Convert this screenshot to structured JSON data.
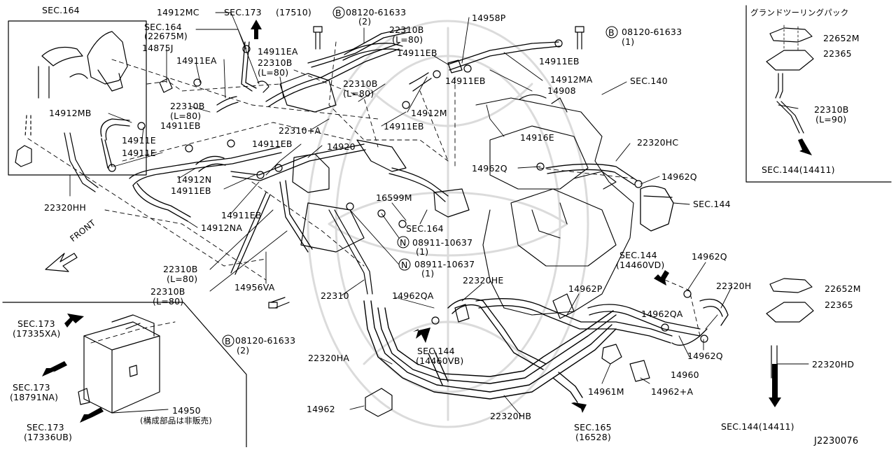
{
  "callouts": {
    "sec164_a": "SEC.164",
    "p14912MC": "14912MC",
    "sec173_a": "SEC.173",
    "sec173_a_code": "(17510)",
    "bolt_b1_mark": "B",
    "bolt_b1": "08120-61633",
    "bolt_b1_qty": "(2)",
    "p22310B_a": "22310B",
    "p22310B_a_len": "(L=80)",
    "p14958P": "14958P",
    "sec164_b": "SEC.164",
    "sec164_b_code": "(22675M)",
    "p14875J": "14875J",
    "p14911EA_a": "14911EA",
    "p14911EA_b": "14911EA",
    "p22310B_b": "22310B",
    "p22310B_b_len": "(L=80)",
    "p14911EB_a": "14911EB",
    "bolt_b2_mark": "B",
    "bolt_b2": "08120-61633",
    "bolt_b2_qty": "(1)",
    "p14911EB_b": "14911EB",
    "p22310B_c": "22310B",
    "p22310B_c_len": "(L=80)",
    "p14912MA": "14912MA",
    "p14911EB_c": "14911EB",
    "p14908": "14908",
    "sec140": "SEC.140",
    "p14912MB": "14912MB",
    "p22310B_d": "22310B",
    "p22310B_d_len": "(L=80)",
    "p14912M": "14912M",
    "p14911EB_d": "14911EB",
    "p14911EB_e": "14911EB",
    "p22310plusA": "22310+A",
    "p14911E_a": "14911E",
    "p14911E_b": "14911E",
    "p14916E": "14916E",
    "p14911EB_f": "14911EB",
    "p14920": "14920",
    "p22320HC": "22320HC",
    "p14912N": "14912N",
    "p14911EB_g": "14911EB",
    "p14962Q_a": "14962Q",
    "p14962Q_b": "14962Q",
    "p22320HH": "22320HH",
    "p16599M": "16599M",
    "sec144_a": "SEC.144",
    "p14911EB_h": "14911EB",
    "p14912NA": "14912NA",
    "sec164_c": "SEC.164",
    "nut_n1_mark": "N",
    "nut_n1": "08911-10637",
    "nut_n1_qty": "(1)",
    "front": "FRONT",
    "sec144_b": "SEC.144",
    "sec144_b_code": "(14460VD)",
    "p14962Q_c": "14962Q",
    "nut_n2_mark": "N",
    "nut_n2": "08911-10637",
    "nut_n2_qty": "(1)",
    "p22310B_e": "22310B",
    "p22310B_e_len": "(L=80)",
    "p14956VA": "14956VA",
    "p22320HE": "22320HE",
    "p22320H": "22320H",
    "p22310B_f": "22310B",
    "p22310B_f_len": "(L=80)",
    "p22310": "22310",
    "p14962P": "14962P",
    "p14962QA_a": "14962QA",
    "p14962QA_b": "14962QA",
    "sec173_b": "SEC.173",
    "sec173_b_code": "(17335XA)",
    "bolt_b3_mark": "B",
    "bolt_b3": "08120-61633",
    "bolt_b3_qty": "(2)",
    "sec144_c": "SEC.144",
    "sec144_c_code": "(14460VB)",
    "p14960": "14960",
    "p14962Q_d": "14962Q",
    "p22320HA": "22320HA",
    "sec173_c": "SEC.173",
    "sec173_c_code": "(18791NA)",
    "p14961M": "14961M",
    "p14962plusA": "14962+A",
    "p14950": "14950",
    "p14950_note": "(構成部品は非販売)",
    "p14962": "14962",
    "p22320HB": "22320HB",
    "sec173_d": "SEC.173",
    "sec173_d_code": "(17336UB)",
    "sec165": "SEC.165",
    "sec165_code": "(16528)",
    "diagram_id": "J2230076"
  },
  "inset_top_right": {
    "title": "グランドツーリングパック",
    "p22652M": "22652M",
    "p22365": "22365",
    "p22310B": "22310B",
    "p22310B_len": "(L=90)",
    "sec144": "SEC.144(14411)"
  },
  "inset_bottom_right": {
    "p22652M": "22652M",
    "p22365": "22365",
    "p22320HD": "22320HD",
    "sec144": "SEC.144(14411)"
  },
  "colors": {
    "ink": "#000000",
    "watermark": "#d8d8d8",
    "background": "#ffffff"
  }
}
